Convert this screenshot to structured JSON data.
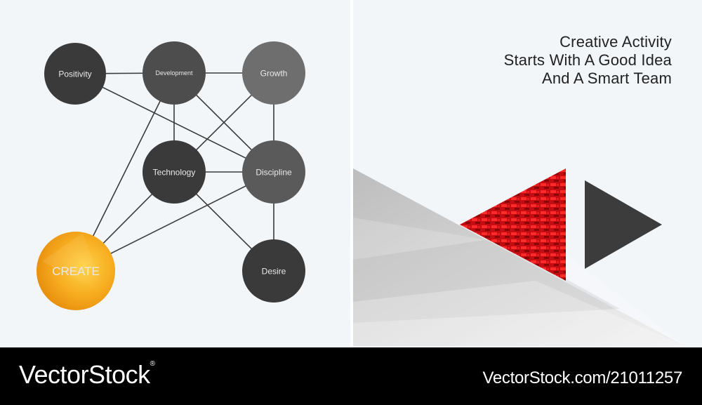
{
  "network": {
    "nodes": [
      {
        "id": "positivity",
        "label": "Positivity"
      },
      {
        "id": "development",
        "label": "Development"
      },
      {
        "id": "growth",
        "label": "Growth"
      },
      {
        "id": "technology",
        "label": "Technology"
      },
      {
        "id": "discipline",
        "label": "Discipline"
      },
      {
        "id": "create",
        "label": "CREATE"
      },
      {
        "id": "desire",
        "label": "Desire"
      }
    ],
    "edges": [
      [
        "positivity",
        "development"
      ],
      [
        "development",
        "growth"
      ],
      [
        "positivity",
        "discipline"
      ],
      [
        "development",
        "technology"
      ],
      [
        "development",
        "discipline"
      ],
      [
        "development",
        "create"
      ],
      [
        "growth",
        "technology"
      ],
      [
        "growth",
        "discipline"
      ],
      [
        "technology",
        "discipline"
      ],
      [
        "technology",
        "create"
      ],
      [
        "technology",
        "desire"
      ],
      [
        "discipline",
        "create"
      ],
      [
        "discipline",
        "desire"
      ]
    ]
  },
  "headline": {
    "line1": "Creative Activity",
    "line2": "Starts With A Good Idea",
    "line3": "And A Smart Team"
  },
  "footer": {
    "brand": "VectorStock",
    "reg_mark": "®",
    "image_ref": "VectorStock.com/21011257"
  },
  "colors": {
    "panel_background": "#f3f6f9",
    "node_dark": "#3a3a3a",
    "node_mid": "#4d4d4d",
    "node_light": "#6e6e6e",
    "create_orange": "#f5a623",
    "accent_red": "#d40f14",
    "arrow_gray": "#3c3c3c",
    "footer_background": "#000000"
  }
}
